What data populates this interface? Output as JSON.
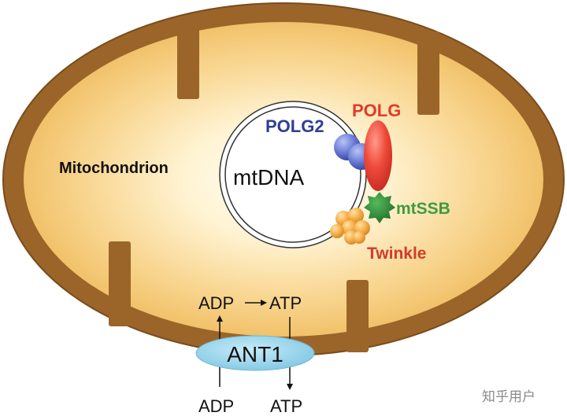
{
  "labels": {
    "mitochondrion": "Mitochondrion",
    "mtdna": "mtDNA",
    "polg2": "POLG2",
    "polg": "POLG",
    "mtssb": "mtSSB",
    "twinkle": "Twinkle",
    "ant1": "ANT1",
    "adp_inner": "ADP",
    "atp_inner": "ATP",
    "adp_outer": "ADP",
    "atp_outer": "ATP"
  },
  "watermark": "知乎用户",
  "colors": {
    "membrane": "#9b6529",
    "membrane_dark": "#7a4c1c",
    "matrix_center": "#fffdf5",
    "matrix_edge": "#f1be62",
    "polg2": "#2f3d96",
    "polg": "#e03a2c",
    "mtssb": "#3f9a42",
    "twinkle": "#d23b2c",
    "ant1": "#8fd0ea"
  }
}
